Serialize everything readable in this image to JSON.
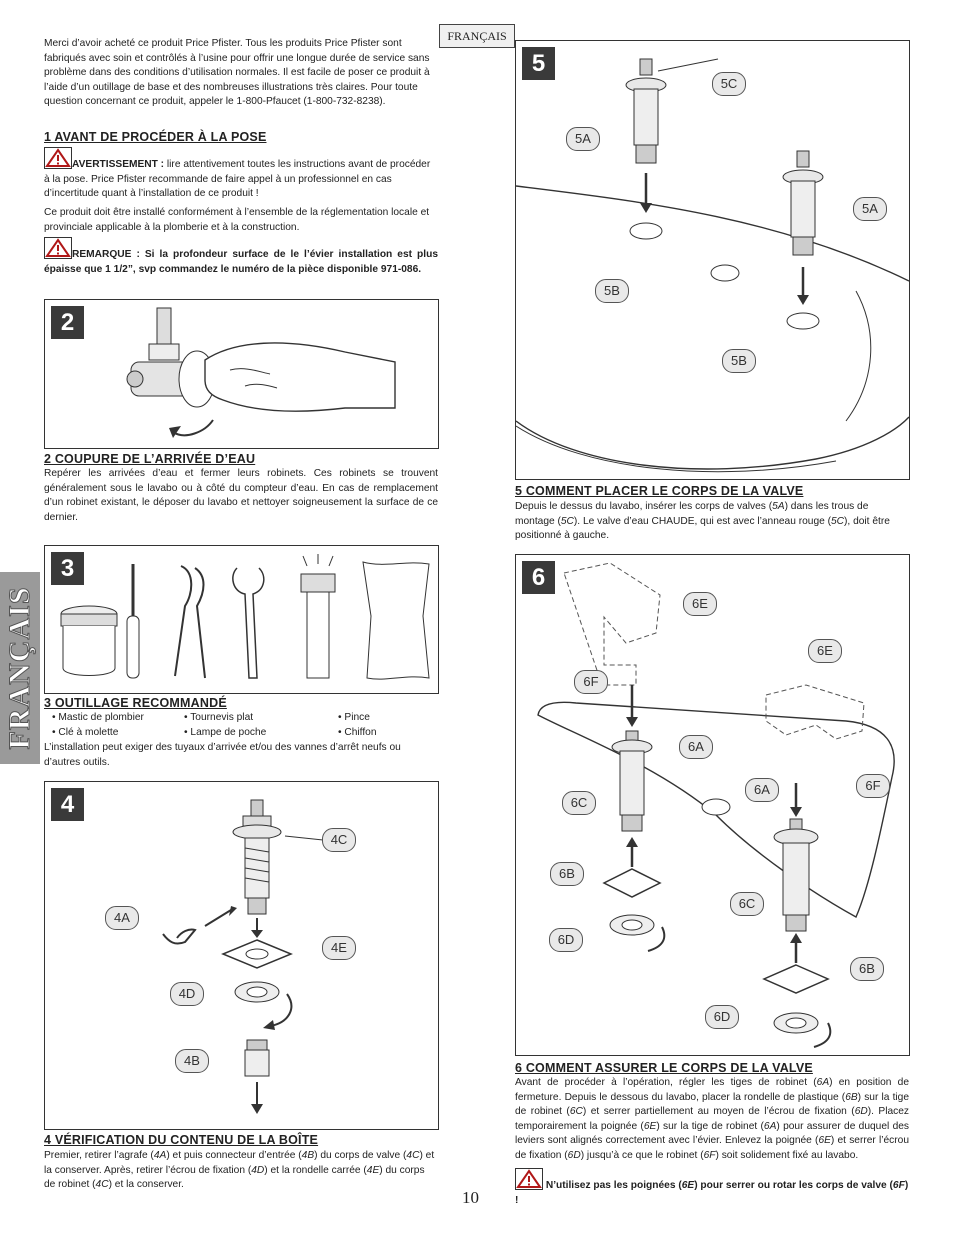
{
  "lang_tab": "FRANÇAIS",
  "side_tab": "FRANÇAIS",
  "page_number": "10",
  "intro": "Merci d’avoir acheté ce produit Price Pfister. Tous les produits Price Pfister sont fabriqués avec soin et contrôlés à l’usine pour offrir une longue durée de service sans problème dans des conditions d’utilisation normales. Il est facile de poser ce produit à l’aide d’un outillage de base et des nombreuses illustrations très claires. Pour toute question concernant ce produit, appeler le 1-800-Pfaucet (1-800-732-8238).",
  "s1": {
    "heading": "1  AVANT DE PROCÉDER À LA POSE",
    "warn_label": "AVERTISSEMENT :",
    "warn_text": " lire attentivement toutes les instructions avant de procéder à la pose. Price Pfister recommande de faire appel à un professionnel en cas d’incertitude quant à l’installation de ce produit !",
    "codes": "Ce produit doit être installé conformément à l’ensemble de la réglementation locale et provinciale applicable à la plomberie et à la construction.",
    "note": "REMARQUE : Si la profondeur surface de le l’évier installation est plus épaisse que 1 1/2”, svp commandez le numéro de la pièce disponible 971-086."
  },
  "s2": {
    "num": "2",
    "heading": "2  COUPURE DE L’ARRIVÉE D’EAU",
    "text": "Repérer les arrivées d’eau et fermer leurs robinets. Ces robinets se trouvent généralement sous le lavabo ou à côté du compteur d’eau. En cas de remplacement d’un robinet existant, le déposer du lavabo et nettoyer soigneusement la surface de ce dernier."
  },
  "s3": {
    "num": "3",
    "heading": "3  OUTILLAGE RECOMMANDÉ",
    "tools": [
      "• Mastic de plombier",
      "• Tournevis plat",
      "• Pince",
      "• Clé à molette",
      "• Lampe de poche",
      "• Chiffon"
    ],
    "text": "L’installation peut exiger des tuyaux d’arrivée et/ou des vannes d’arrêt neufs ou d’autres outils."
  },
  "s4": {
    "num": "4",
    "heading": "4  VÉRIFICATION DU CONTENU DE LA BOÎTE",
    "t1": "Premier, retirer l’agrafe (",
    "r1": "4A",
    "t2": ") et puis connecteur d’entrée (",
    "r2": "4B",
    "t3": ") du corps de valve (",
    "r3": "4C",
    "t4": ") et la conserver.  Après, retirer l’écrou de fixation (",
    "r4": "4D",
    "t5": ") et la rondelle carrée (",
    "r5": "4E",
    "t6": ") du corps de robinet (",
    "r6": "4C",
    "t7": ") et la conserver.",
    "callouts": {
      "c4A": "4A",
      "c4B": "4B",
      "c4C": "4C",
      "c4D": "4D",
      "c4E": "4E"
    }
  },
  "s5": {
    "num": "5",
    "heading": "5  COMMENT PLACER LE CORPS DE LA VALVE",
    "t1": "Depuis le dessus du lavabo, insérer les corps de valves (",
    "r1": "5A",
    "t2": ") dans les trous de montage (",
    "r2": "5C",
    "t3": "). Le valve d’eau CHAUDE, qui est avec l’anneau rouge (",
    "r3": "5C",
    "t4": "), doit être positionné à gauche.",
    "callouts": {
      "c5A1": "5A",
      "c5A2": "5A",
      "c5B1": "5B",
      "c5B2": "5B",
      "c5C": "5C"
    }
  },
  "s6": {
    "num": "6",
    "heading": "6  COMMENT ASSURER LE CORPS DE LA VALVE",
    "t1": "Avant de procéder à l’opération, régler les tiges de robinet (",
    "r1": "6A",
    "t2": ") en position de fermeture. Depuis le dessous du lavabo, placer la rondelle de plastique (",
    "r2": "6B",
    "t3": ") sur la tige de robinet (",
    "r3": "6C",
    "t4": ") et serrer partiellement  au moyen de l’écrou de fixation (",
    "r4": "6D",
    "t5": "). Placez temporairement la poignée (",
    "r5": "6E",
    "t6": ") sur la tige de robinet (",
    "r6": "6A",
    "t7": ") pour assurer de duquel des leviers sont alignés correctement avec l’évier. Enlevez la poignée (",
    "r7": "6E",
    "t8": ") et serrer l’écrou de fixation (",
    "r8": "6D",
    "t9": ") jusqu’à ce que le robinet (",
    "r9": "6F",
    "t10": ") soit solidement fixé au lavabo.",
    "warn1": "N’utilisez pas les poignées (",
    "wr1": "6E",
    "warn2": ") pour serrer ou rotar les corps de valve (",
    "wr2": "6F",
    "warn3": ") !",
    "callouts": {
      "c6E1": "6E",
      "c6E2": "6E",
      "c6F1": "6F",
      "c6F2": "6F",
      "c6A1": "6A",
      "c6A2": "6A",
      "c6C1": "6C",
      "c6C2": "6C",
      "c6B1": "6B",
      "c6B2": "6B",
      "c6D1": "6D",
      "c6D2": "6D"
    }
  }
}
